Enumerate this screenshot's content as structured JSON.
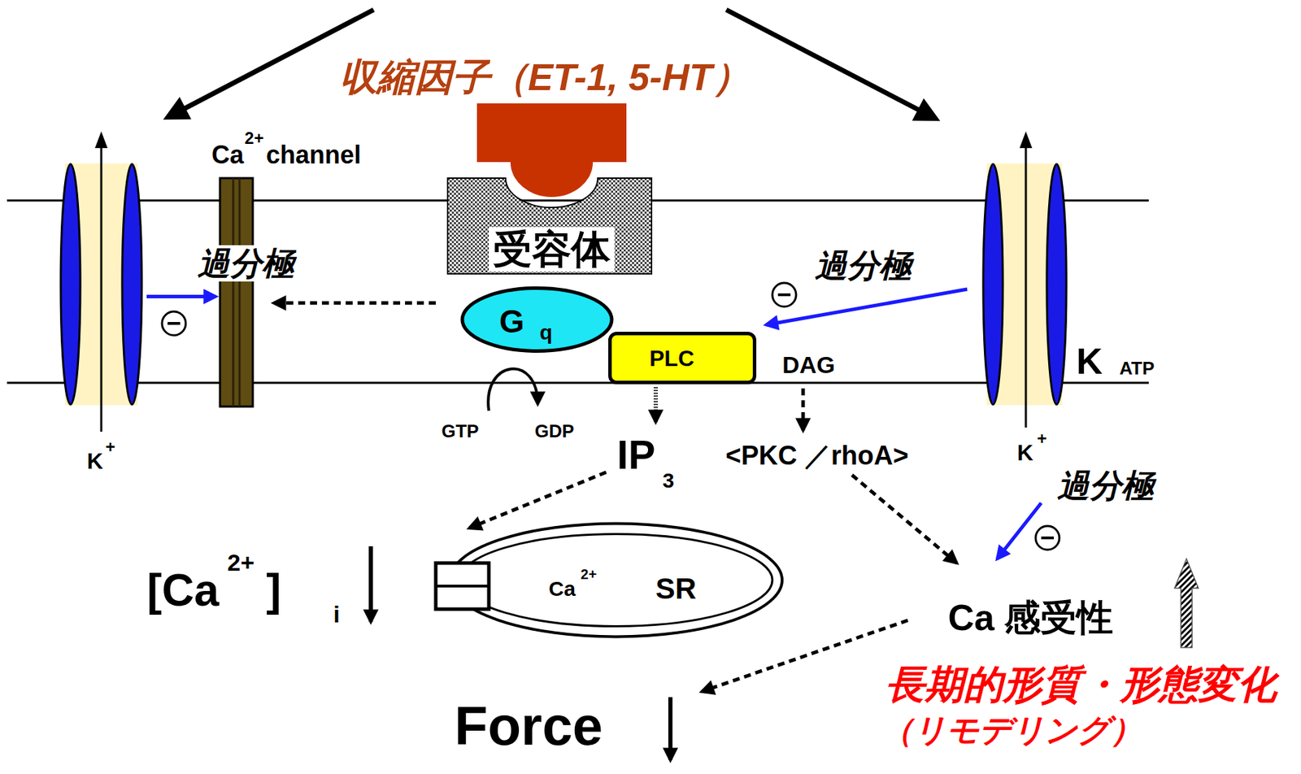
{
  "diagram": {
    "nodes": [
      {
        "text": [
          "K",
          "+"
        ]
      },
      {
        "text": [
          "Ca",
          "2+",
          "channel"
        ]
      },
      {
        "text": [
          "受容体"
        ]
      },
      {
        "text": [
          "G",
          "q"
        ]
      },
      {
        "text": [
          "PLC"
        ]
      },
      {
        "text": [
          "K",
          "ATP",
          "K",
          "+"
        ]
      },
      {
        "text": [
          "Ca",
          "2+",
          "SR"
        ]
      }
    ],
    "edges": [
      {
        "from": 0,
        "to": 1,
        "arrow": "to"
      },
      {
        "from": 3,
        "to": 1,
        "arrow": "to"
      },
      {
        "from": 5,
        "to": 4,
        "arrow": "to"
      }
    ],
    "labels": [
      "収縮因子（ET-1, 5-HT）",
      "過分極",
      "過分極",
      "過分極",
      "GTP",
      "GDP",
      "DAG",
      "IP",
      "3",
      "<PKC ／rhoA>",
      "[Ca",
      "2+",
      "]",
      "i",
      "Ca 感受性",
      "Force",
      "長期的形質・形態変化",
      "（リモデリング）"
    ]
  }
}
